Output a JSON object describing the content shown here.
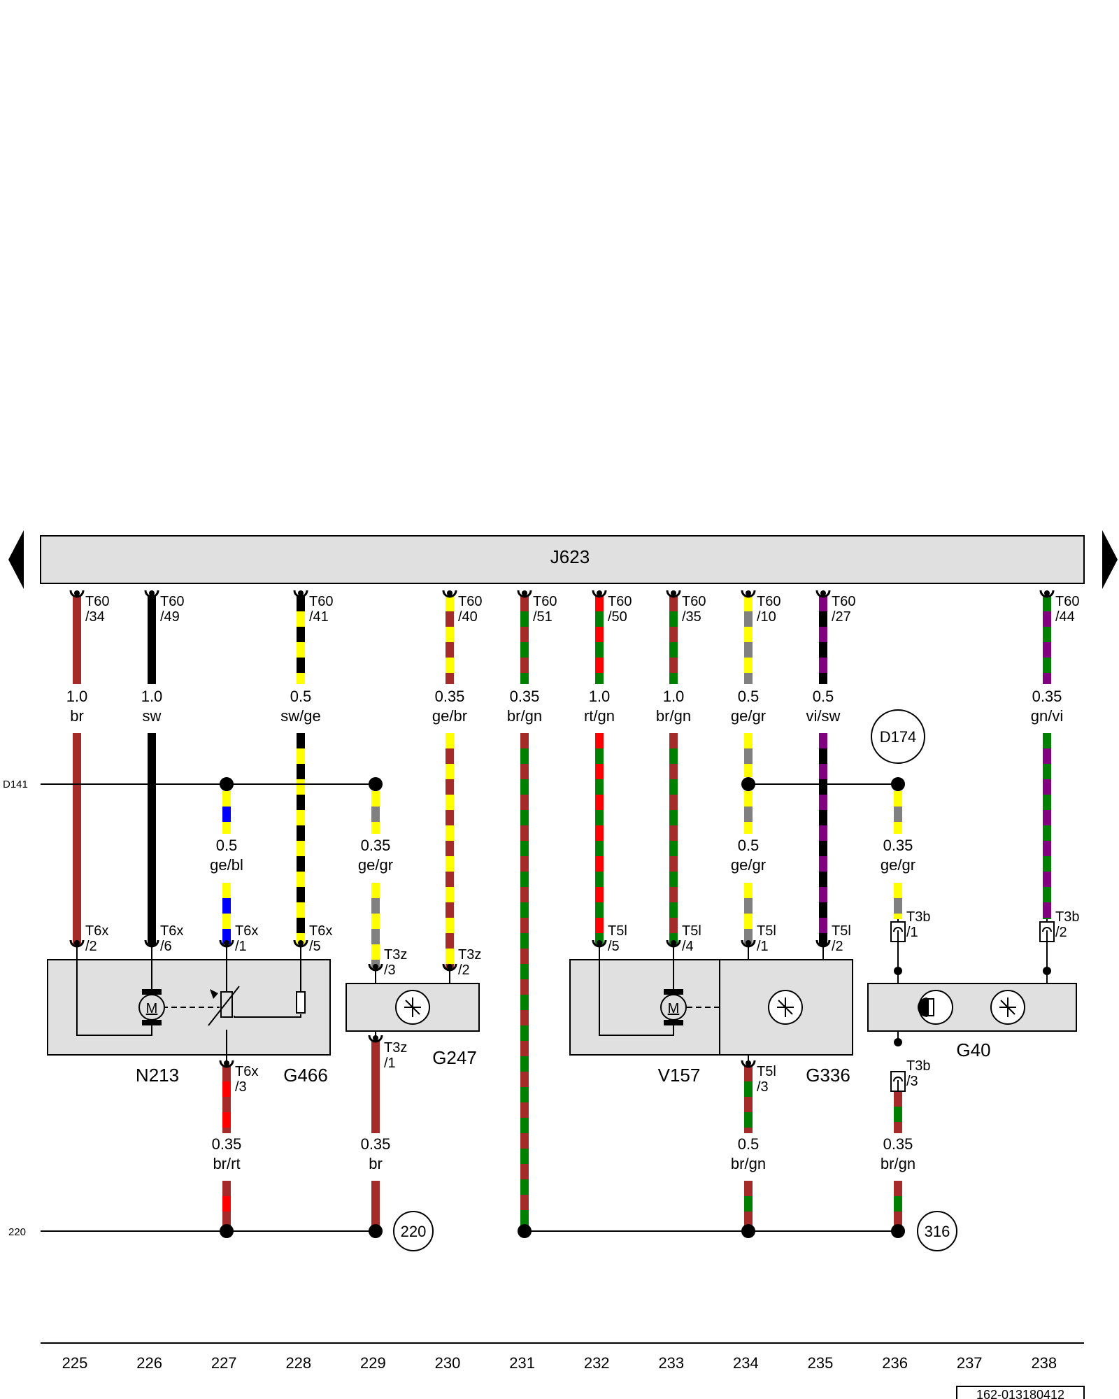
{
  "header": {
    "ecu_label": "J623"
  },
  "side_labels": {
    "upper_bus": "D141",
    "lower_bus": "220"
  },
  "circles": {
    "d174": "D174",
    "c220": "220",
    "c316": "316"
  },
  "top_connectors": [
    {
      "name": "T60",
      "pin": "/34"
    },
    {
      "name": "T60",
      "pin": "/49"
    },
    {
      "name": "T60",
      "pin": "/41"
    },
    {
      "name": "T60",
      "pin": "/40"
    },
    {
      "name": "T60",
      "pin": "/51"
    },
    {
      "name": "T60",
      "pin": "/50"
    },
    {
      "name": "T60",
      "pin": "/35"
    },
    {
      "name": "T60",
      "pin": "/10"
    },
    {
      "name": "T60",
      "pin": "/27"
    },
    {
      "name": "T60",
      "pin": "/44"
    }
  ],
  "top_wires": [
    {
      "size": "1.0",
      "color": "br"
    },
    {
      "size": "1.0",
      "color": "sw"
    },
    {
      "size": "0.5",
      "color": "sw/ge"
    },
    {
      "size": "0.35",
      "color": "ge/br"
    },
    {
      "size": "0.35",
      "color": "br/gn"
    },
    {
      "size": "1.0",
      "color": "rt/gn"
    },
    {
      "size": "1.0",
      "color": "br/gn"
    },
    {
      "size": "0.5",
      "color": "ge/gr"
    },
    {
      "size": "0.5",
      "color": "vi/sw"
    },
    {
      "size": "0.35",
      "color": "gn/vi"
    }
  ],
  "mid_wires": [
    {
      "size": "0.5",
      "color": "ge/bl"
    },
    {
      "size": "0.35",
      "color": "ge/gr"
    },
    {
      "size": "0.5",
      "color": "ge/gr"
    },
    {
      "size": "0.35",
      "color": "ge/gr"
    }
  ],
  "bottom_wires": [
    {
      "size": "0.35",
      "color": "br/rt"
    },
    {
      "size": "0.35",
      "color": "br"
    },
    {
      "size": "0.5",
      "color": "br/gn"
    },
    {
      "size": "0.35",
      "color": "br/gn"
    }
  ],
  "lower_connectors": [
    {
      "name": "T6x",
      "pin": "/2"
    },
    {
      "name": "T6x",
      "pin": "/6"
    },
    {
      "name": "T6x",
      "pin": "/1"
    },
    {
      "name": "T6x",
      "pin": "/5"
    },
    {
      "name": "T3z",
      "pin": "/3"
    },
    {
      "name": "T3z",
      "pin": "/2"
    },
    {
      "name": "T5l",
      "pin": "/5"
    },
    {
      "name": "T5l",
      "pin": "/4"
    },
    {
      "name": "T5l",
      "pin": "/1"
    },
    {
      "name": "T5l",
      "pin": "/2"
    },
    {
      "name": "T3b",
      "pin": "/1"
    },
    {
      "name": "T3b",
      "pin": "/2"
    }
  ],
  "below_connectors": [
    {
      "name": "T6x",
      "pin": "/3"
    },
    {
      "name": "T3z",
      "pin": "/1"
    },
    {
      "name": "T5l",
      "pin": "/3"
    },
    {
      "name": "T3b",
      "pin": "/3"
    }
  ],
  "components": {
    "n213": "N213",
    "g466": "G466",
    "g247": "G247",
    "v157": "V157",
    "g336": "G336",
    "g40": "G40"
  },
  "motor_symbol": "M",
  "footer": {
    "columns": [
      "225",
      "226",
      "227",
      "228",
      "229",
      "230",
      "231",
      "232",
      "233",
      "234",
      "235",
      "236",
      "237",
      "238"
    ],
    "ref": "162-013180412"
  },
  "colors": {
    "br": "#a52a2a",
    "sw": "#000000",
    "ge": "#ffff00",
    "gn": "#008000",
    "rt": "#ff0000",
    "gr": "#808080",
    "vi": "#800080",
    "bl": "#0000ff",
    "panel": "#e0e0e0"
  }
}
